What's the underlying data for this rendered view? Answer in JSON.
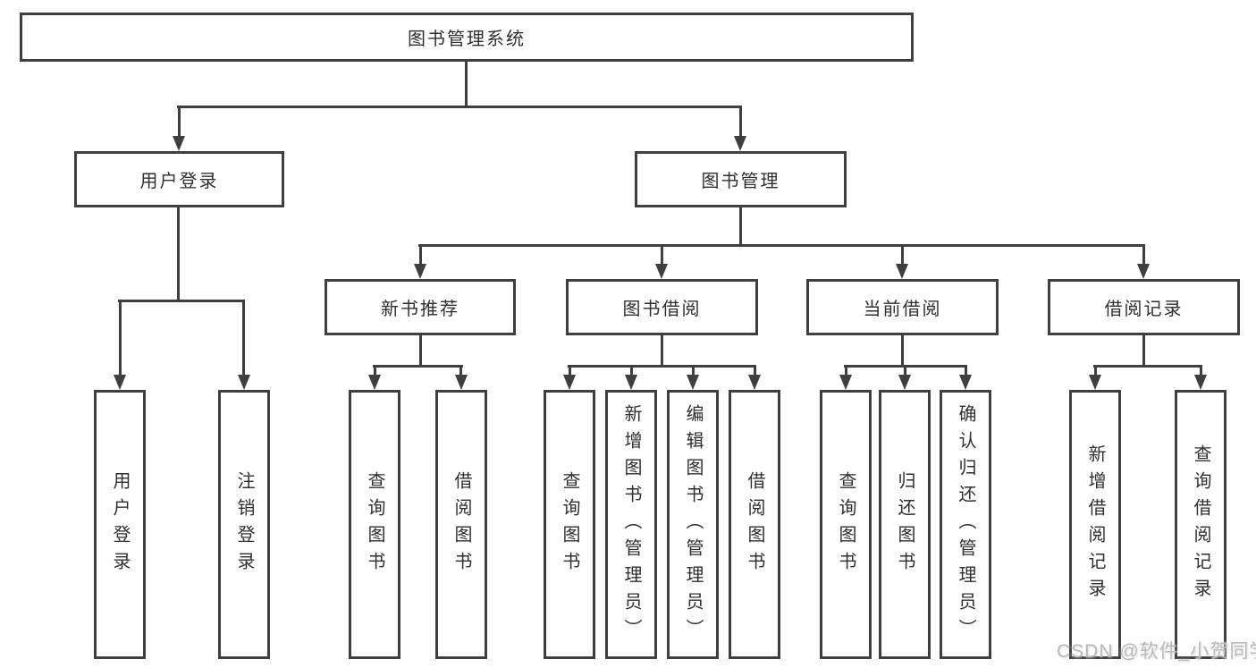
{
  "tree": {
    "root": "图书管理系统",
    "user_login": {
      "label": "用户登录",
      "children": [
        "用户登录",
        "注销登录"
      ]
    },
    "book_mgmt": {
      "label": "图书管理",
      "modules": [
        {
          "label": "新书推荐",
          "children": [
            "查询图书",
            "借阅图书"
          ]
        },
        {
          "label": "图书借阅",
          "children": [
            "查询图书",
            "新增图书（管理员）",
            "编辑图书（管理员）",
            "借阅图书"
          ]
        },
        {
          "label": "当前借阅",
          "children": [
            "查询图书",
            "归还图书",
            "确认归还（管理员）"
          ]
        },
        {
          "label": "借阅记录",
          "children": [
            "新增借阅记录",
            "查询借阅记录"
          ]
        }
      ]
    }
  },
  "watermark": "CSDN @软件_小贺同学",
  "colors": {
    "line": "#3f3f3f",
    "box_border": "#3f3f3f",
    "text": "#2f2f2f",
    "watermark": "#b9b9b9",
    "background": "#ffffff"
  }
}
